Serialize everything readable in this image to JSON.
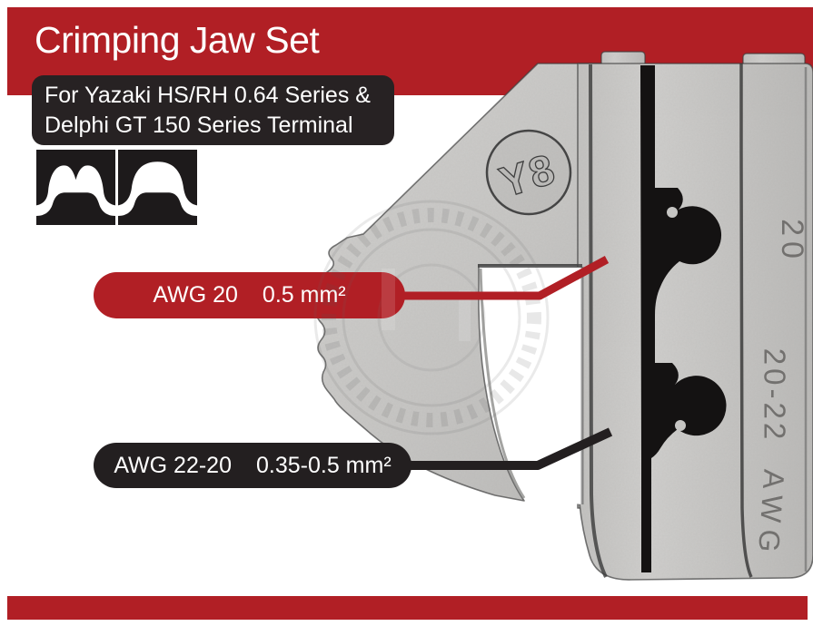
{
  "header": {
    "title": "Crimping Jaw Set",
    "caption_line1": "For Yazaki HS/RH 0.64 Series &",
    "caption_line2": "Delphi GT 150 Series Terminal"
  },
  "profile_icons": [
    {
      "name": "double-bump-crimp-profile"
    },
    {
      "name": "single-dome-crimp-profile"
    }
  ],
  "callout_red": {
    "awg": "AWG 20",
    "size": "0.5 mm²"
  },
  "callout_black": {
    "awg": "AWG 22-20",
    "size": "0.35-0.5 mm²"
  },
  "jaw": {
    "stamp": "Y8",
    "marking_top": "20",
    "marking_mid": "20-22",
    "marking_bottom": "AWG"
  },
  "colors": {
    "accent_red": "#b11f25",
    "dark": "#231f20",
    "metal": "#c7c6c4",
    "background": "#ffffff"
  }
}
